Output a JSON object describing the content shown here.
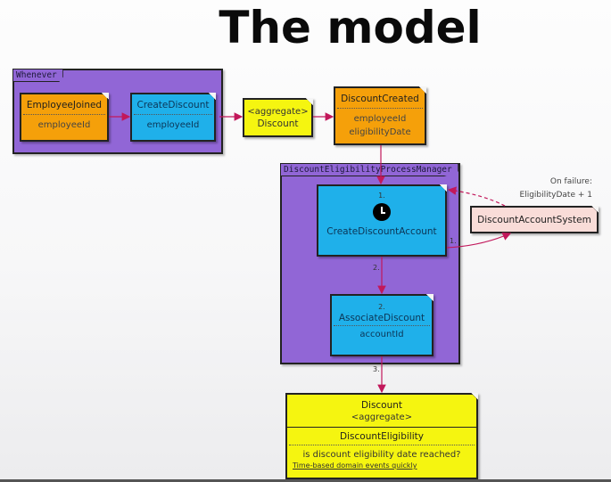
{
  "title": "The model",
  "colors": {
    "event": "#f5a00a",
    "command": "#1fb0ea",
    "aggregate": "#f5f510",
    "external_system": "#f9dcd8",
    "process_frame": "#9166d6",
    "arrow": "#c2185b"
  },
  "whenever_frame": {
    "label": "Whenever",
    "event": {
      "name": "EmployeeJoined",
      "fields": [
        "employeeId"
      ]
    },
    "command": {
      "name": "CreateDiscount",
      "fields": [
        "employeeId"
      ]
    }
  },
  "aggregate_note": {
    "stereotype": "<aggregate>",
    "name": "Discount"
  },
  "discount_created": {
    "name": "DiscountCreated",
    "fields": [
      "employeeId",
      "eligibilityDate"
    ]
  },
  "process_manager": {
    "label": "DiscountEligibilityProcessManager",
    "step1": {
      "number": "1.",
      "icon": "clock-icon",
      "name": "CreateDiscountAccount",
      "out_number": "1."
    },
    "step2_edge_number": "2.",
    "step2": {
      "number": "2.",
      "name": "AssociateDiscount",
      "fields": [
        "accountId"
      ]
    },
    "step3_edge_number": "3."
  },
  "external_system": {
    "name": "DiscountAccountSystem",
    "failure_note_line1": "On failure:",
    "failure_note_line2": "EligibilityDate + 1"
  },
  "discount_aggregate": {
    "name": "Discount",
    "stereotype": "<aggregate>",
    "policy": "DiscountEligibility",
    "question": "is discount eligibility date reached?",
    "footnote": "Time-based domain events quickly"
  }
}
